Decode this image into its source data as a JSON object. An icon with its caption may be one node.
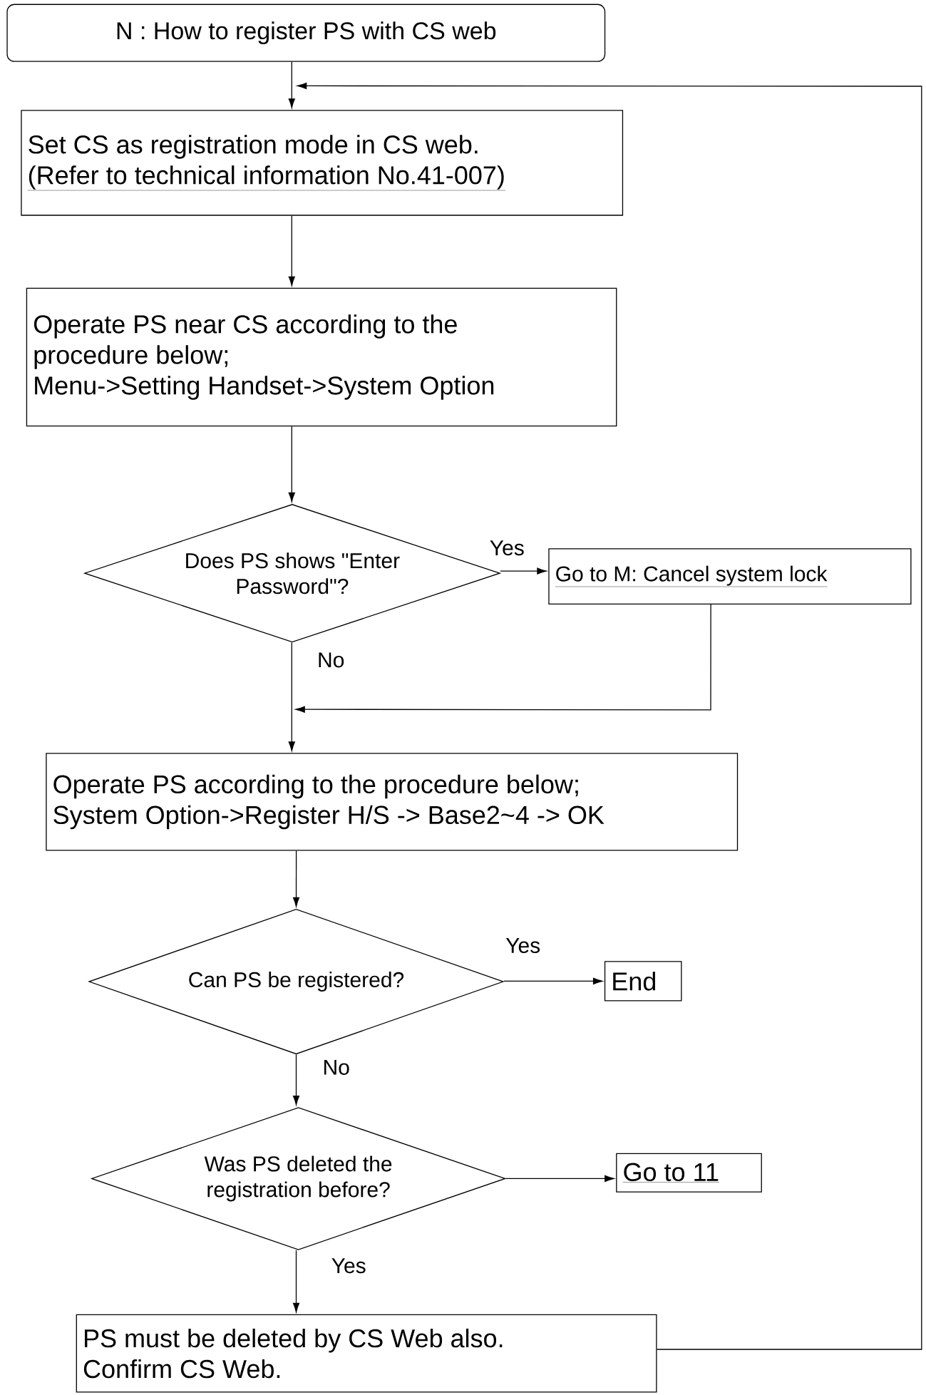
{
  "diagram": {
    "nodes": [
      {
        "text": [
          "N : How to register PS with CS web"
        ]
      },
      {
        "text": [
          "Set CS as registration mode in CS web.",
          "(Refer to technical information No.41-007)"
        ]
      },
      {
        "text": [
          "Operate PS near CS according to the procedure below;",
          "Menu->Setting Handset->System Option"
        ]
      },
      {
        "text": [
          "Does PS shows \"Enter Password\"?"
        ]
      },
      {
        "text": [
          "Go to M: Cancel  system lock"
        ]
      },
      {
        "text": [
          "Operate PS according to the procedure below;",
          "System Option->Register H/S -> Base2~4 -> OK"
        ]
      },
      {
        "text": [
          "Can PS be registered?"
        ]
      },
      {
        "text": [
          "End"
        ]
      },
      {
        "text": [
          "Was PS deleted the registration before?"
        ]
      },
      {
        "text": [
          "Go to 11"
        ]
      },
      {
        "text": [
          "PS must be deleted by CS Web also.",
          "Confirm CS Web."
        ]
      }
    ],
    "edges": [
      {
        "from": 0,
        "to": 1,
        "arrow": "to"
      },
      {
        "from": 1,
        "to": 2,
        "arrow": "to"
      },
      {
        "from": 2,
        "to": 3,
        "arrow": "to"
      },
      {
        "from": 3,
        "to": 4,
        "arrow": "to",
        "label": "Yes"
      },
      {
        "from": 3,
        "to": 5,
        "arrow": "to",
        "label": "No"
      },
      {
        "from": 4,
        "to": 5,
        "arrow": "to"
      },
      {
        "from": 5,
        "to": 6,
        "arrow": "to"
      },
      {
        "from": 6,
        "to": 7,
        "arrow": "to",
        "label": "Yes"
      },
      {
        "from": 6,
        "to": 8,
        "arrow": "to",
        "label": "No"
      },
      {
        "from": 8,
        "to": 9,
        "arrow": "to"
      },
      {
        "from": 8,
        "to": 10,
        "arrow": "to",
        "label": "Yes"
      },
      {
        "from": 10,
        "to": 1,
        "arrow": "to"
      }
    ]
  }
}
